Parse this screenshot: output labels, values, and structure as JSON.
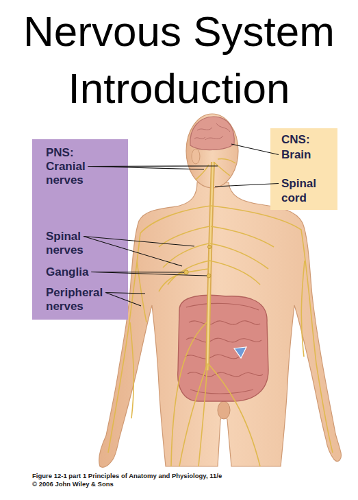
{
  "diagram": {
    "title": "Nervous System Introduction",
    "caption": "Figure 12-1 part 1 Principles of Anatomy and Physiology, 11/e",
    "nodes": [
      {
        "text": [
          "PNS:",
          "Cranial nerves",
          "Spinal nerves",
          "Ganglia",
          "Peripheral nerves"
        ]
      },
      {
        "text": [
          "CNS:",
          "Brain",
          "Spinal cord"
        ]
      }
    ],
    "labels": [
      "© 2006 John Wiley & Sons"
    ]
  }
}
